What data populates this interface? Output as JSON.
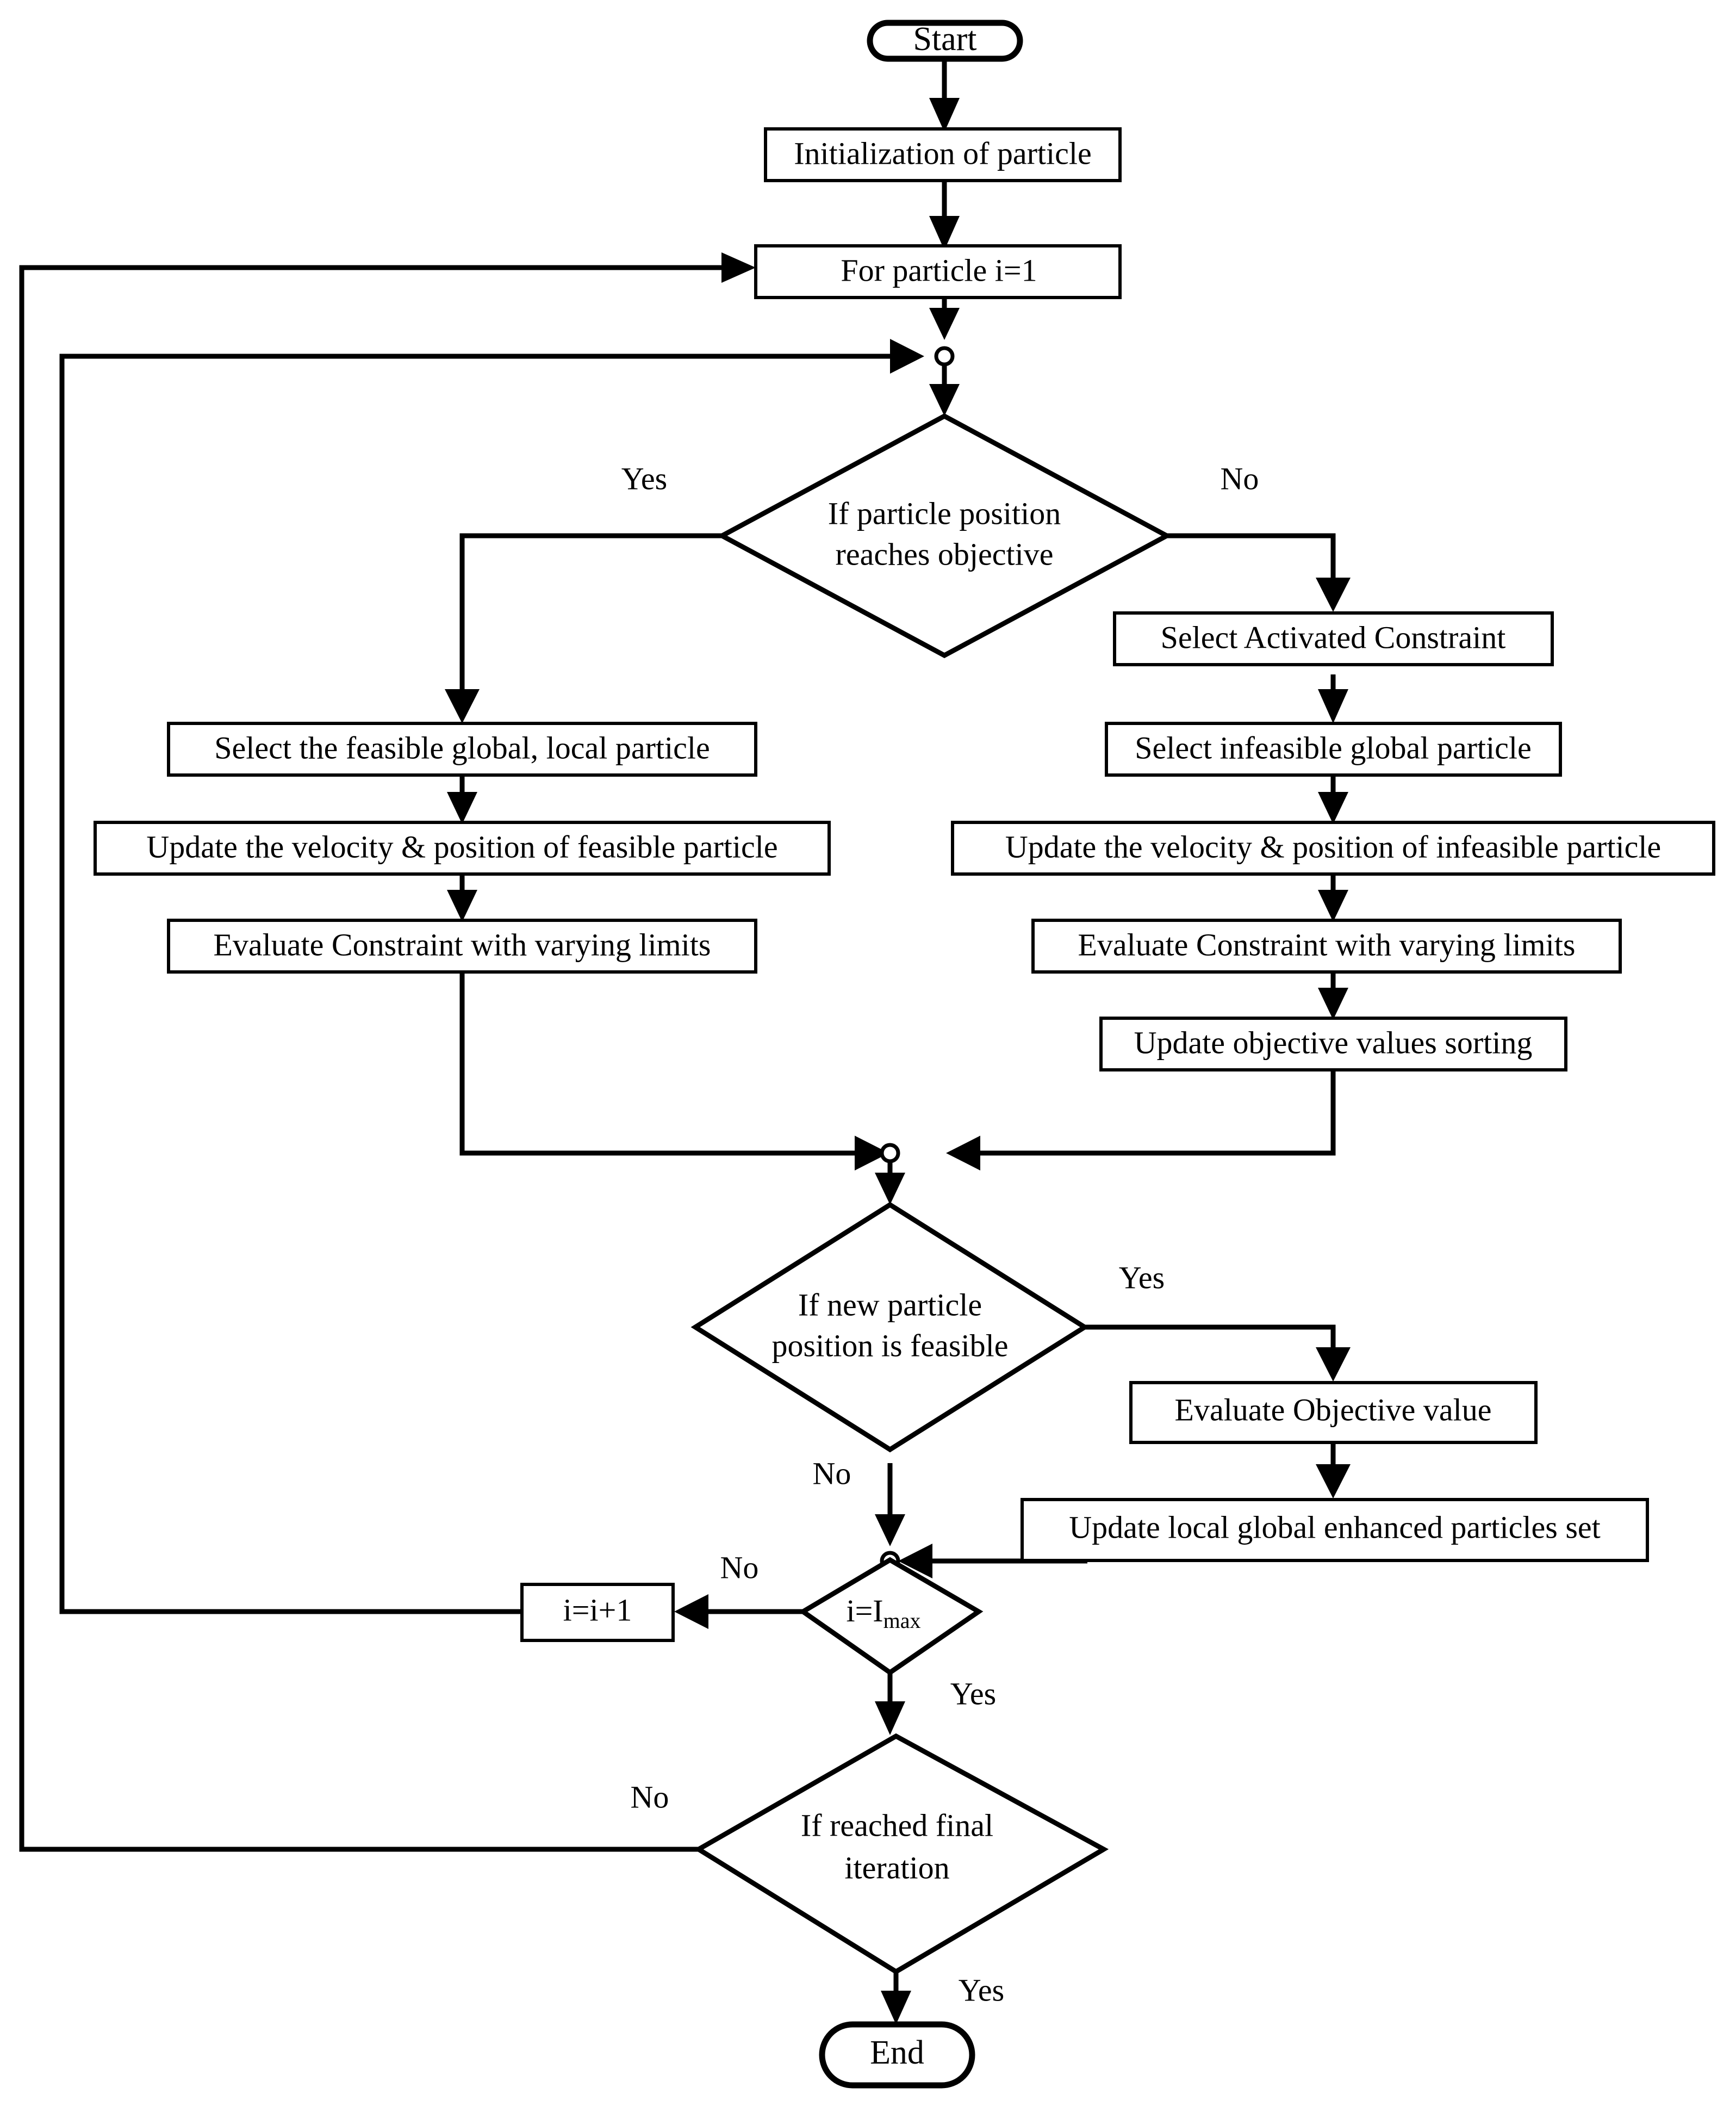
{
  "diagram": {
    "title": "Constrained PSO algorithm flowchart",
    "background_color": "#ffffff",
    "line_color": "#000000",
    "nodes": {
      "start": {
        "label": "Start",
        "type": "terminator"
      },
      "init": {
        "label": "Initialization of particle",
        "type": "process"
      },
      "for_particle": {
        "label": "For particle i=1",
        "type": "process"
      },
      "decision_objective": {
        "label_line1": "If particle position",
        "label_line2": "reaches objective",
        "type": "decision"
      },
      "select_feasible": {
        "label": "Select the feasible global, local particle",
        "type": "process"
      },
      "update_feasible": {
        "label": "Update the velocity & position of feasible particle",
        "type": "process"
      },
      "evaluate_constraint_left": {
        "label": "Evaluate Constraint with varying limits",
        "type": "process"
      },
      "select_activated": {
        "label": "Select Activated Constraint",
        "type": "process"
      },
      "select_infeasible": {
        "label": "Select infeasible global particle",
        "type": "process"
      },
      "update_infeasible": {
        "label": "Update the velocity & position of infeasible particle",
        "type": "process"
      },
      "evaluate_constraint_right": {
        "label": "Evaluate Constraint with varying limits",
        "type": "process"
      },
      "update_sorting": {
        "label": "Update objective values sorting",
        "type": "process"
      },
      "decision_feasible": {
        "label_line1": "If new particle",
        "label_line2": "position is feasible",
        "type": "decision"
      },
      "evaluate_objective": {
        "label": "Evaluate Objective value",
        "type": "process"
      },
      "update_local_global": {
        "label": "Update local global enhanced particles set",
        "type": "process"
      },
      "decision_imax": {
        "label": "i=I",
        "label_sub": "max",
        "type": "decision"
      },
      "increment": {
        "label": "i=i+1",
        "type": "process"
      },
      "decision_final": {
        "label_line1": "If reached final",
        "label_line2": "iteration",
        "type": "decision"
      },
      "end": {
        "label": "End",
        "type": "terminator"
      }
    },
    "edge_labels": {
      "objective_yes": "Yes",
      "objective_no": "No",
      "feasible_yes": "Yes",
      "feasible_no": "No",
      "imax_no": "No",
      "imax_yes": "Yes",
      "final_no": "No",
      "final_yes": "Yes"
    }
  }
}
